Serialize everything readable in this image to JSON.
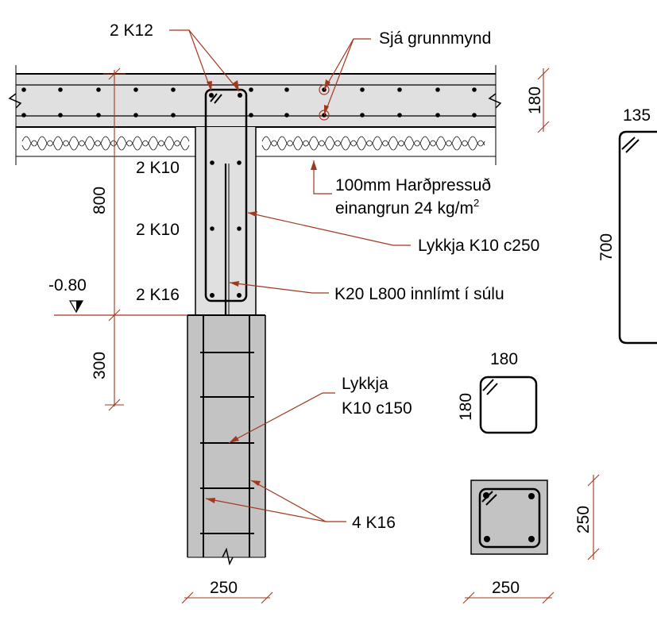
{
  "labels": {
    "top_bars": "2 K12",
    "see_plan": "Sjá grunnmynd",
    "insulation_line1": "100mm Harðpressuð",
    "insulation_line2": "einangrun 24 kg/m",
    "insulation_exp": "2",
    "bars_a": "2 K10",
    "bars_b": "2 K10",
    "bars_c": "2 K16",
    "stirrup_upper": "Lykkja K10 c250",
    "dowel": "K20 L800 innlímt í súlu",
    "level": "-0.80",
    "stirrup_lower_1": "Lykkja",
    "stirrup_lower_2": "K10 c150",
    "main_bars": "4 K16"
  },
  "dimensions": {
    "slab_thickness": "180",
    "beam_depth": "800",
    "embed_depth": "300",
    "column_width": "250",
    "stirrup_hook": "135",
    "stirrup_height": "700",
    "sq_stirrup_width": "180",
    "sq_stirrup_height": "180",
    "section_height": "250",
    "section_width": "250"
  },
  "colors": {
    "leader": "#a0381f",
    "concrete_light": "#e0e0e0",
    "concrete_dark": "#c3c3c3",
    "ink": "#000000"
  }
}
